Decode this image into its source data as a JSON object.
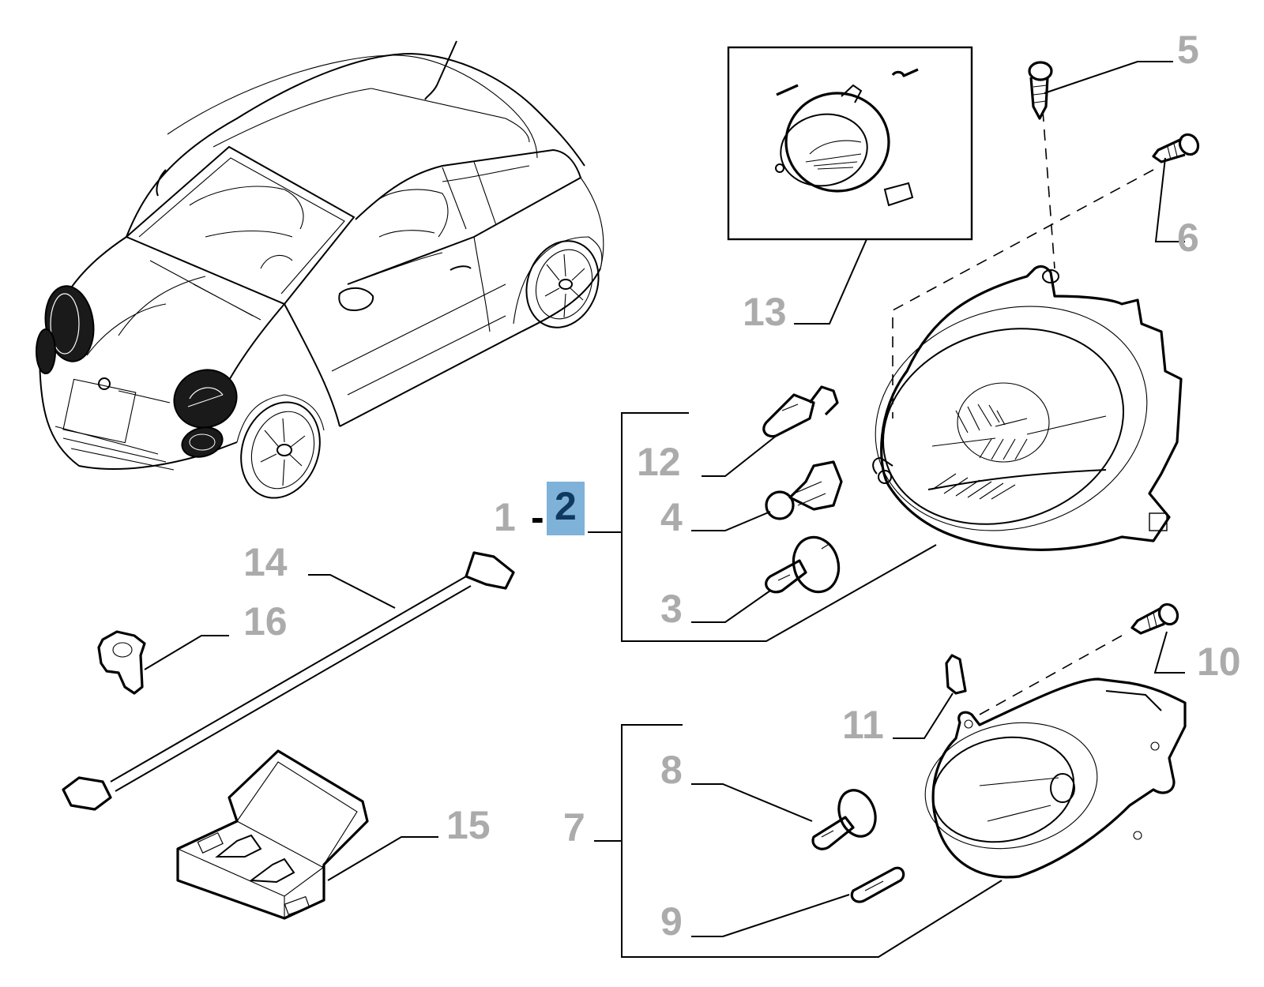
{
  "diagram": {
    "type": "exploded-parts-diagram",
    "subject": "Headlamps and fog lamps",
    "accent_color": "#7fb2d8",
    "accent_text_color": "#0f3a5f",
    "label_color": "#ababab",
    "selected_callout": "2",
    "range_separator": "-",
    "callouts": [
      {
        "id": "1",
        "label": "1",
        "part": "headlamp-left"
      },
      {
        "id": "2",
        "label": "2",
        "part": "headlamp-right",
        "highlighted": true
      },
      {
        "id": "3",
        "label": "3",
        "part": "bulb-h7-headlamp"
      },
      {
        "id": "4",
        "label": "4",
        "part": "bulb-indicator"
      },
      {
        "id": "5",
        "label": "5",
        "part": "screw-top"
      },
      {
        "id": "6",
        "label": "6",
        "part": "screw-side"
      },
      {
        "id": "7",
        "label": "7",
        "part": "fog-lamp"
      },
      {
        "id": "8",
        "label": "8",
        "part": "bulb-h7-fog"
      },
      {
        "id": "9",
        "label": "9",
        "part": "bulb-wedge"
      },
      {
        "id": "10",
        "label": "10",
        "part": "screw-fog-lamp"
      },
      {
        "id": "11",
        "label": "11",
        "part": "clip"
      },
      {
        "id": "12",
        "label": "12",
        "part": "bulb-drl"
      },
      {
        "id": "13",
        "label": "13",
        "part": "headlamp-repair-kit"
      },
      {
        "id": "14",
        "label": "14",
        "part": "adjuster-rod"
      },
      {
        "id": "15",
        "label": "15",
        "part": "spare-bulb-kit"
      },
      {
        "id": "16",
        "label": "16",
        "part": "adjuster-bracket"
      }
    ]
  }
}
